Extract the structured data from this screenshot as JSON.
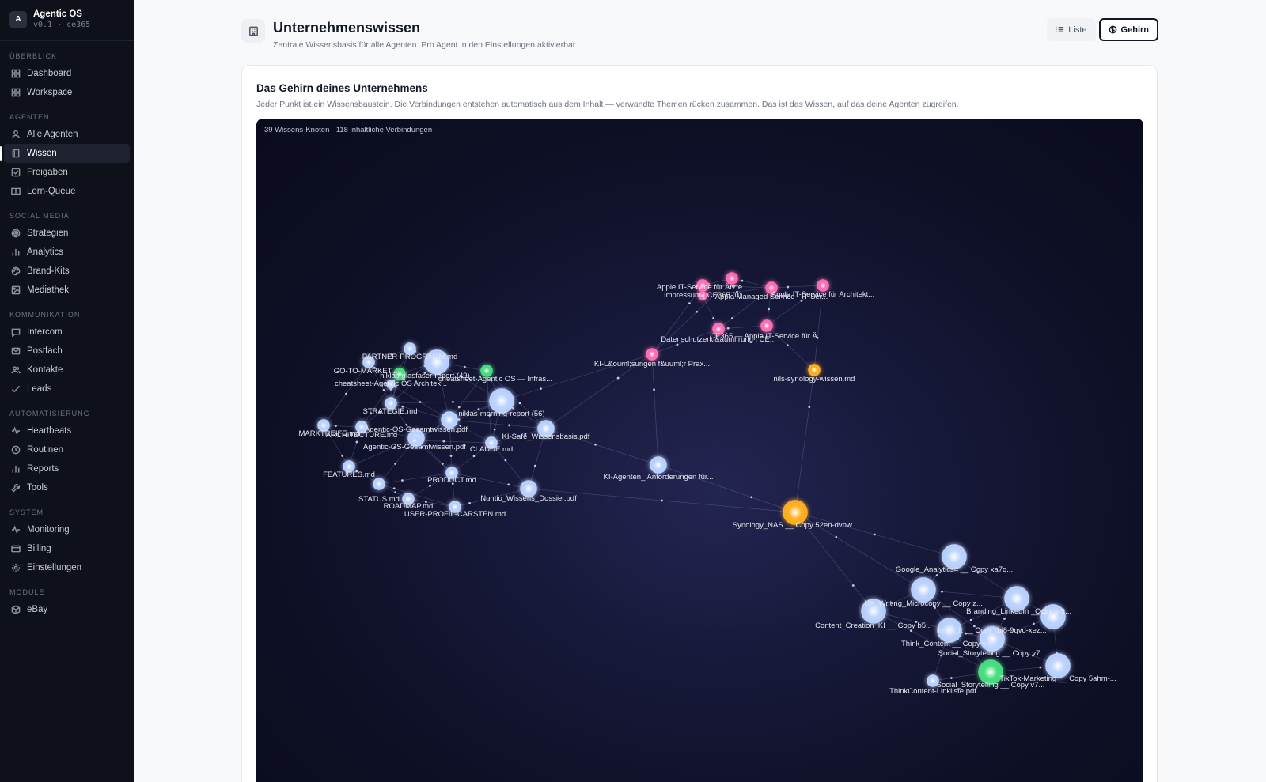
{
  "brand": {
    "logo_letter": "A",
    "title": "Agentic OS",
    "version": "v0.1 · ce365"
  },
  "sidebar": {
    "sections": [
      {
        "label": "ÜBERBLICK",
        "items": [
          {
            "label": "Dashboard",
            "icon": "grid-icon"
          },
          {
            "label": "Workspace",
            "icon": "grid-icon"
          }
        ]
      },
      {
        "label": "AGENTEN",
        "items": [
          {
            "label": "Alle Agenten",
            "icon": "user-icon"
          },
          {
            "label": "Wissen",
            "icon": "book-icon",
            "active": true
          },
          {
            "label": "Freigaben",
            "icon": "check-square-icon"
          },
          {
            "label": "Lern-Queue",
            "icon": "book-open-icon"
          }
        ]
      },
      {
        "label": "SOCIAL MEDIA",
        "items": [
          {
            "label": "Strategien",
            "icon": "target-icon"
          },
          {
            "label": "Analytics",
            "icon": "bar-chart-icon"
          },
          {
            "label": "Brand-Kits",
            "icon": "palette-icon"
          },
          {
            "label": "Mediathek",
            "icon": "image-icon"
          }
        ]
      },
      {
        "label": "KOMMUNIKATION",
        "items": [
          {
            "label": "Intercom",
            "icon": "message-icon"
          },
          {
            "label": "Postfach",
            "icon": "mail-icon"
          },
          {
            "label": "Kontakte",
            "icon": "users-icon"
          },
          {
            "label": "Leads",
            "icon": "check-icon"
          }
        ]
      },
      {
        "label": "AUTOMATISIERUNG",
        "items": [
          {
            "label": "Heartbeats",
            "icon": "activity-icon"
          },
          {
            "label": "Routinen",
            "icon": "clock-icon"
          },
          {
            "label": "Reports",
            "icon": "bar-chart-icon"
          },
          {
            "label": "Tools",
            "icon": "wrench-icon"
          }
        ]
      },
      {
        "label": "SYSTEM",
        "items": [
          {
            "label": "Monitoring",
            "icon": "activity-icon"
          },
          {
            "label": "Billing",
            "icon": "card-icon"
          },
          {
            "label": "Einstellungen",
            "icon": "gear-icon"
          }
        ]
      },
      {
        "label": "MODULE",
        "items": [
          {
            "label": "eBay",
            "icon": "package-icon"
          }
        ]
      }
    ]
  },
  "header": {
    "title": "Unternehmenswissen",
    "subtitle": "Zentrale Wissensbasis für alle Agenten. Pro Agent in den Einstellungen aktivierbar.",
    "view_list_label": "Liste",
    "view_brain_label": "Gehirn"
  },
  "card": {
    "title": "Das Gehirn deines Unternehmens",
    "description": "Jeder Punkt ist ein Wissensbaustein. Die Verbindungen entstehen automatisch aus dem Inhalt — verwandte Themen rücken zusammen. Das ist das Wissen, auf das deine Agenten zugreifen."
  },
  "graph": {
    "stats": "39 Wissens-Knoten · 118 inhaltliche Verbindungen",
    "colors": {
      "doc": "#bcd3ff",
      "web": "#ff6fb5",
      "nas": "#ffb020",
      "report": "#4ade80",
      "edge": "#8a90c8"
    },
    "nodes": [
      {
        "label": "PARTNER-PROGRAMM.md",
        "kind": "doc",
        "size": "s"
      },
      {
        "label": "GO-TO-MARKET...",
        "kind": "doc",
        "size": "s"
      },
      {
        "label": "",
        "kind": "doc",
        "size": "l"
      },
      {
        "label": "niklas-glasfaser-report (49)",
        "kind": "report",
        "size": "s"
      },
      {
        "label": "cheatsheet-Agentic OS Architek...",
        "kind": "doc",
        "size": "xs"
      },
      {
        "label": "cheatsheet-Agentic OS — Infras...",
        "kind": "report",
        "size": "s"
      },
      {
        "label": "STRATEGIE.md",
        "kind": "doc",
        "size": "s"
      },
      {
        "label": "niklas-morning-report (56)",
        "kind": "doc",
        "size": "l"
      },
      {
        "label": "MARKTREIFE.md",
        "kind": "doc",
        "size": "s"
      },
      {
        "label": "ARCHITECTURE.md",
        "kind": "doc",
        "size": "s"
      },
      {
        "label": "",
        "kind": "doc",
        "size": "m"
      },
      {
        "label": "Agentic-OS-Gesamtwissen.pdf",
        "kind": "doc",
        "size": "m"
      },
      {
        "label": "KI-Safe_Wissensbasis.pdf",
        "kind": "doc",
        "size": "m"
      },
      {
        "label": "Agentic-OS-Gesamtwissen.pdf",
        "kind": "doc",
        "size": "xs"
      },
      {
        "label": "CLAUDE.md",
        "kind": "doc",
        "size": "s"
      },
      {
        "label": "FEATURES.md",
        "kind": "doc",
        "size": "s"
      },
      {
        "label": "PRODUCT.md",
        "kind": "doc",
        "size": "s"
      },
      {
        "label": "STATUS.md",
        "kind": "doc",
        "size": "s"
      },
      {
        "label": "ROADMAP.md",
        "kind": "doc",
        "size": "s"
      },
      {
        "label": "USER-PROFIL-CARSTEN.md",
        "kind": "doc",
        "size": "s"
      },
      {
        "label": "Nuntio_Wissens_Dossier.pdf",
        "kind": "doc",
        "size": "m"
      },
      {
        "label": "KI-L&ouml;sungen f&uuml;r Prax...",
        "kind": "web",
        "size": "s"
      },
      {
        "label": "KI-Agenten_ Anforderungen für...",
        "kind": "doc",
        "size": "m"
      },
      {
        "label": "Apple IT-Service für Ärzte...",
        "kind": "web",
        "size": "s"
      },
      {
        "label": "",
        "kind": "web",
        "size": "s"
      },
      {
        "label": "Impressum | CE365 (0)",
        "kind": "web",
        "size": "xs"
      },
      {
        "label": "Apple Managed Service - IT-Ser...",
        "kind": "web",
        "size": "s"
      },
      {
        "label": "Apple IT-Service für Architekt...",
        "kind": "web",
        "size": "s"
      },
      {
        "label": "Datenschutzerkl&auml;rung | CE...",
        "kind": "web",
        "size": "s"
      },
      {
        "label": "CE365 — Apple IT-Service für Ä...",
        "kind": "web",
        "size": "s"
      },
      {
        "label": "nils-synology-wissen.md",
        "kind": "nas",
        "size": "s"
      },
      {
        "label": "Synology_NAS __ Copy 52en-dvbw...",
        "kind": "nas",
        "size": "l"
      },
      {
        "label": "Google_Analytics4 __ Copy xa7q...",
        "kind": "doc",
        "size": "l"
      },
      {
        "label": "UX_Writing_Microcopy __ Copy z...",
        "kind": "doc",
        "size": "l"
      },
      {
        "label": "Branding_LinkedIn __ Copy ...",
        "kind": "doc",
        "size": "l"
      },
      {
        "label": "Copy ...9...",
        "kind": "doc",
        "size": "l"
      },
      {
        "label": "Content_Creation_KI __ Copy b5...",
        "kind": "doc",
        "size": "l"
      },
      {
        "label": "Think_Content __ Copy vsj...",
        "kind": "doc",
        "size": "l"
      },
      {
        "label": "Insta_ft __ Copy rbi8-9qvd-xez...",
        "kind": "doc",
        "size": "l"
      },
      {
        "label": "Social_Storytelling __ Copy v7...",
        "kind": "doc",
        "size": "l"
      },
      {
        "label": "TikTok-Marketing __ Copy 5ahm-...",
        "kind": "doc",
        "size": "l"
      },
      {
        "label": "Social_Storytelling __ Copy v7...",
        "kind": "report",
        "size": "l"
      },
      {
        "label": "ThinkContent-Linkliste.pdf",
        "kind": "doc",
        "size": "s"
      }
    ]
  }
}
